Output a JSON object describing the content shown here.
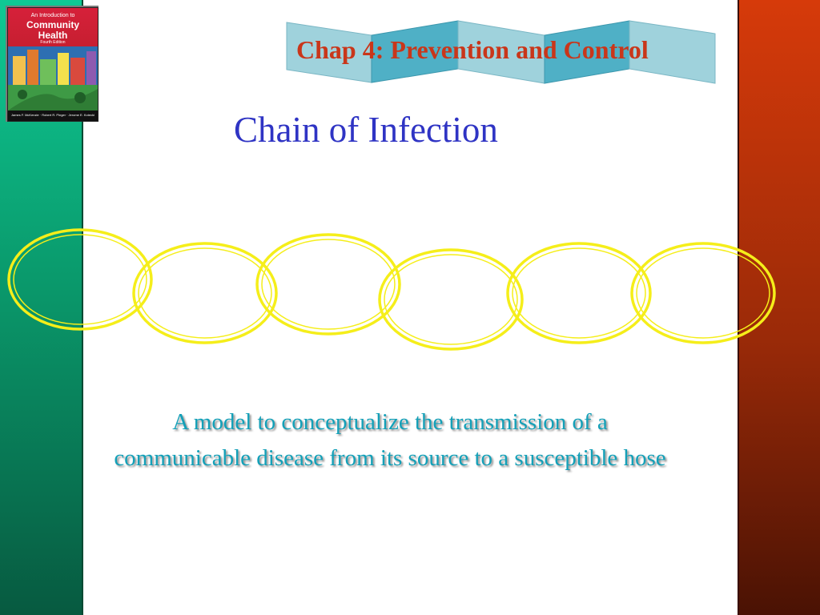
{
  "header": {
    "chapter_title": "Chap 4: Prevention and Control",
    "slide_title": "Chain of Infection"
  },
  "book": {
    "line1": "An Introduction to",
    "line2": "Community",
    "line3": "Health",
    "line4": "Fourth Edition",
    "authors": "James F. McKenzie · Robert R. Pinger · Jerome E. Kotecki"
  },
  "body": {
    "definition_line1": "A model to conceptualize the transmission of a",
    "definition_line2": "communicable disease from its source to a susceptible hose"
  },
  "chain": {
    "link_count": 6
  },
  "colors": {
    "left_bar": "#0a9a6c",
    "right_bar": "#b32a08",
    "chapter_title": "#c9361a",
    "slide_title": "#2f34c4",
    "definition": "#13a0b8",
    "chain_links": "#f5ee1a",
    "banner": "#8fcad6"
  }
}
